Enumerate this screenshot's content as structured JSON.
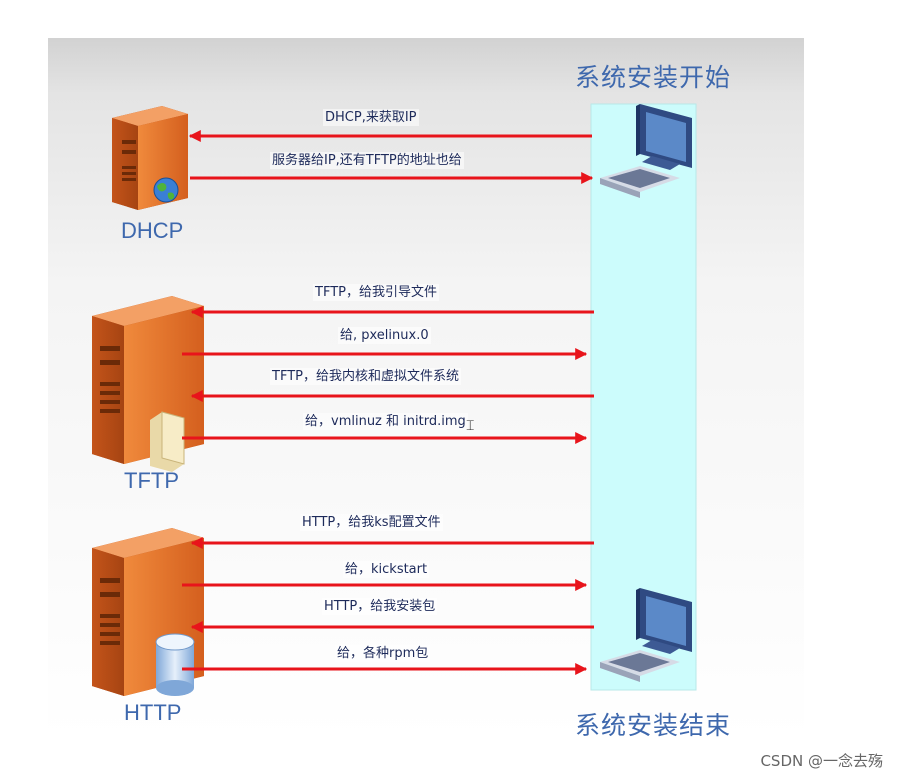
{
  "titles": {
    "start": "系统安装开始",
    "end": "系统安装结束"
  },
  "nodes": {
    "dhcp": "DHCP",
    "tftp": "TFTP",
    "http": "HTTP"
  },
  "messages": [
    {
      "text": "DHCP,来获取IP",
      "direction": "to-server"
    },
    {
      "text": "服务器给IP,还有TFTP的地址也给",
      "direction": "to-client"
    },
    {
      "text": "TFTP，给我引导文件",
      "direction": "to-server"
    },
    {
      "text": "给, pxelinux.0",
      "direction": "to-client"
    },
    {
      "text": "TFTP，给我内核和虚拟文件系统",
      "direction": "to-server"
    },
    {
      "text": "给，vmlinuz 和 initrd.img",
      "direction": "to-client"
    },
    {
      "text": "HTTP，给我ks配置文件",
      "direction": "to-server"
    },
    {
      "text": "给，kickstart",
      "direction": "to-client"
    },
    {
      "text": "HTTP，给我安装包",
      "direction": "to-server"
    },
    {
      "text": "给，各种rpm包",
      "direction": "to-client"
    }
  ],
  "footer": "CSDN @一念去殇",
  "colors": {
    "arrow": "#e8141b",
    "lifeline": "#ccfcfc",
    "server": "#e8732c",
    "title": "#3e68ad"
  },
  "icons": [
    "server-icon",
    "globe-icon",
    "folder-icon",
    "database-icon",
    "computer-icon"
  ]
}
